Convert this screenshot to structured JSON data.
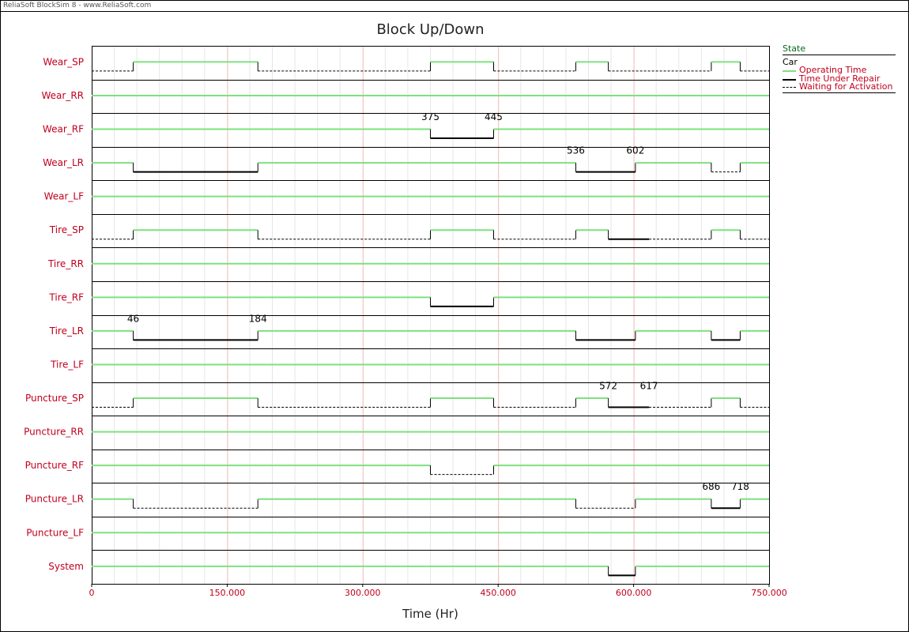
{
  "app": {
    "header": "ReliaSoft BlockSim 8 - www.ReliaSoft.com"
  },
  "chart_data": {
    "type": "state-timeline",
    "title": "Block Up/Down",
    "xlabel": "Time (Hr)",
    "xlim": [
      0,
      750
    ],
    "x_ticks": [
      0,
      150,
      300,
      450,
      600,
      750
    ],
    "x_tick_labels": [
      "0",
      "150.000",
      "300.000",
      "450.000",
      "600.000",
      "750.000"
    ],
    "legend": {
      "title": "State",
      "group": "Car",
      "items": [
        {
          "key": "operating",
          "label": "Operating Time"
        },
        {
          "key": "repair",
          "label": "Time Under Repair"
        },
        {
          "key": "waiting",
          "label": "Waiting for Activation"
        }
      ]
    },
    "colors": {
      "operating": "#7fe07f",
      "repair": "#000000",
      "waiting": "#000000",
      "label": "#c0001c",
      "grid": "#f2b8b8"
    },
    "rows": [
      {
        "name": "Wear_SP",
        "segments": [
          {
            "s": "waiting",
            "x0": 0,
            "x1": 46
          },
          {
            "s": "operating",
            "x0": 46,
            "x1": 184
          },
          {
            "s": "waiting",
            "x0": 184,
            "x1": 375
          },
          {
            "s": "operating",
            "x0": 375,
            "x1": 445
          },
          {
            "s": "waiting",
            "x0": 445,
            "x1": 536
          },
          {
            "s": "operating",
            "x0": 536,
            "x1": 572
          },
          {
            "s": "waiting",
            "x0": 572,
            "x1": 686
          },
          {
            "s": "operating",
            "x0": 686,
            "x1": 718
          },
          {
            "s": "waiting",
            "x0": 718,
            "x1": 750
          }
        ]
      },
      {
        "name": "Wear_RR",
        "segments": [
          {
            "s": "operating",
            "x0": 0,
            "x1": 750
          }
        ]
      },
      {
        "name": "Wear_RF",
        "segments": [
          {
            "s": "operating",
            "x0": 0,
            "x1": 375
          },
          {
            "s": "repair",
            "x0": 375,
            "x1": 445
          },
          {
            "s": "operating",
            "x0": 445,
            "x1": 750
          }
        ],
        "labels": [
          {
            "x": 375,
            "text": "375"
          },
          {
            "x": 445,
            "text": "445"
          }
        ]
      },
      {
        "name": "Wear_LR",
        "segments": [
          {
            "s": "operating",
            "x0": 0,
            "x1": 46
          },
          {
            "s": "repair",
            "x0": 46,
            "x1": 184
          },
          {
            "s": "operating",
            "x0": 184,
            "x1": 536
          },
          {
            "s": "repair",
            "x0": 536,
            "x1": 602
          },
          {
            "s": "operating",
            "x0": 602,
            "x1": 686
          },
          {
            "s": "waiting",
            "x0": 686,
            "x1": 718
          },
          {
            "s": "operating",
            "x0": 718,
            "x1": 750
          }
        ],
        "labels": [
          {
            "x": 536,
            "text": "536"
          },
          {
            "x": 602,
            "text": "602"
          }
        ]
      },
      {
        "name": "Wear_LF",
        "segments": [
          {
            "s": "operating",
            "x0": 0,
            "x1": 750
          }
        ]
      },
      {
        "name": "Tire_SP",
        "segments": [
          {
            "s": "waiting",
            "x0": 0,
            "x1": 46
          },
          {
            "s": "operating",
            "x0": 46,
            "x1": 184
          },
          {
            "s": "waiting",
            "x0": 184,
            "x1": 375
          },
          {
            "s": "operating",
            "x0": 375,
            "x1": 445
          },
          {
            "s": "waiting",
            "x0": 445,
            "x1": 536
          },
          {
            "s": "operating",
            "x0": 536,
            "x1": 572
          },
          {
            "s": "repair",
            "x0": 572,
            "x1": 617
          },
          {
            "s": "waiting",
            "x0": 617,
            "x1": 686
          },
          {
            "s": "operating",
            "x0": 686,
            "x1": 718
          },
          {
            "s": "waiting",
            "x0": 718,
            "x1": 750
          }
        ]
      },
      {
        "name": "Tire_RR",
        "segments": [
          {
            "s": "operating",
            "x0": 0,
            "x1": 750
          }
        ]
      },
      {
        "name": "Tire_RF",
        "segments": [
          {
            "s": "operating",
            "x0": 0,
            "x1": 375
          },
          {
            "s": "repair",
            "x0": 375,
            "x1": 445
          },
          {
            "s": "operating",
            "x0": 445,
            "x1": 750
          }
        ]
      },
      {
        "name": "Tire_LR",
        "segments": [
          {
            "s": "operating",
            "x0": 0,
            "x1": 46
          },
          {
            "s": "repair",
            "x0": 46,
            "x1": 184
          },
          {
            "s": "operating",
            "x0": 184,
            "x1": 536
          },
          {
            "s": "repair",
            "x0": 536,
            "x1": 602
          },
          {
            "s": "operating",
            "x0": 602,
            "x1": 686
          },
          {
            "s": "repair",
            "x0": 686,
            "x1": 718
          },
          {
            "s": "operating",
            "x0": 718,
            "x1": 750
          }
        ],
        "labels": [
          {
            "x": 46,
            "text": "46"
          },
          {
            "x": 184,
            "text": "184"
          }
        ]
      },
      {
        "name": "Tire_LF",
        "segments": [
          {
            "s": "operating",
            "x0": 0,
            "x1": 750
          }
        ]
      },
      {
        "name": "Puncture_SP",
        "segments": [
          {
            "s": "waiting",
            "x0": 0,
            "x1": 46
          },
          {
            "s": "operating",
            "x0": 46,
            "x1": 184
          },
          {
            "s": "waiting",
            "x0": 184,
            "x1": 375
          },
          {
            "s": "operating",
            "x0": 375,
            "x1": 445
          },
          {
            "s": "waiting",
            "x0": 445,
            "x1": 536
          },
          {
            "s": "operating",
            "x0": 536,
            "x1": 572
          },
          {
            "s": "repair",
            "x0": 572,
            "x1": 617
          },
          {
            "s": "waiting",
            "x0": 617,
            "x1": 686
          },
          {
            "s": "operating",
            "x0": 686,
            "x1": 718
          },
          {
            "s": "waiting",
            "x0": 718,
            "x1": 750
          }
        ],
        "labels": [
          {
            "x": 572,
            "text": "572"
          },
          {
            "x": 617,
            "text": "617"
          }
        ]
      },
      {
        "name": "Puncture_RR",
        "segments": [
          {
            "s": "operating",
            "x0": 0,
            "x1": 750
          }
        ]
      },
      {
        "name": "Puncture_RF",
        "segments": [
          {
            "s": "operating",
            "x0": 0,
            "x1": 375
          },
          {
            "s": "waiting",
            "x0": 375,
            "x1": 445
          },
          {
            "s": "operating",
            "x0": 445,
            "x1": 750
          }
        ]
      },
      {
        "name": "Puncture_LR",
        "segments": [
          {
            "s": "operating",
            "x0": 0,
            "x1": 46
          },
          {
            "s": "waiting",
            "x0": 46,
            "x1": 184
          },
          {
            "s": "operating",
            "x0": 184,
            "x1": 536
          },
          {
            "s": "waiting",
            "x0": 536,
            "x1": 602
          },
          {
            "s": "operating",
            "x0": 602,
            "x1": 686
          },
          {
            "s": "repair",
            "x0": 686,
            "x1": 718
          },
          {
            "s": "operating",
            "x0": 718,
            "x1": 750
          }
        ],
        "labels": [
          {
            "x": 686,
            "text": "686"
          },
          {
            "x": 718,
            "text": "718"
          }
        ]
      },
      {
        "name": "Puncture_LF",
        "segments": [
          {
            "s": "operating",
            "x0": 0,
            "x1": 750
          }
        ]
      },
      {
        "name": "System",
        "segments": [
          {
            "s": "operating",
            "x0": 0,
            "x1": 572
          },
          {
            "s": "repair",
            "x0": 572,
            "x1": 602
          },
          {
            "s": "operating",
            "x0": 602,
            "x1": 750
          }
        ]
      }
    ]
  }
}
